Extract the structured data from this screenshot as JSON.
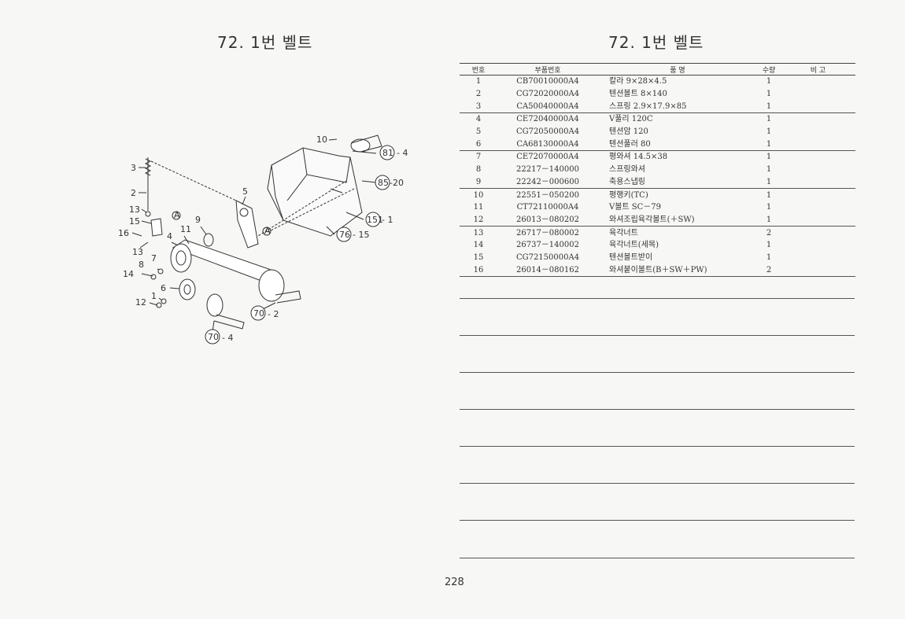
{
  "left_title": "72. 1번 벨트",
  "right_title": "72. 1번 벨트",
  "diagram_labels": {
    "n10": "10",
    "n81_4": "81",
    "suffix_81": "- 4",
    "n85_20": "85",
    "suffix_85": "-20",
    "n151_1": "151",
    "suffix_151": "- 1",
    "n76_15": "76",
    "suffix_76": "- 15",
    "n70_2": "70",
    "suffix_70_2": "- 2",
    "n70_4": "70",
    "suffix_70_4": "- 4",
    "n3": "3",
    "n2": "2",
    "n13a": "13",
    "n15": "15",
    "n16": "16",
    "n13b": "13",
    "n4": "4",
    "n11": "11",
    "n9": "9",
    "n5": "5",
    "n7": "7",
    "n8": "8",
    "n14": "14",
    "n6": "6",
    "n1": "1",
    "n12": "12",
    "ref_a": "A"
  },
  "table": {
    "headers": [
      "번호",
      "부품번호",
      "품   명",
      "수량",
      "비  고"
    ],
    "rows": [
      {
        "no": "1",
        "part": "CB70010000A4",
        "name": "칼라 9×28×4.5",
        "qty": "1"
      },
      {
        "no": "2",
        "part": "CG72020000A4",
        "name": "텐션볼트 8×140",
        "qty": "1"
      },
      {
        "no": "3",
        "part": "CA50040000A4",
        "name": "스프링 2.9×17.9×85",
        "qty": "1"
      },
      {
        "no": "4",
        "part": "CE72040000A4",
        "name": "V풀리 120C",
        "qty": "1"
      },
      {
        "no": "5",
        "part": "CG72050000A4",
        "name": "텐션암 120",
        "qty": "1"
      },
      {
        "no": "6",
        "part": "CA68130000A4",
        "name": "텐션풀러 80",
        "qty": "1"
      },
      {
        "no": "7",
        "part": "CE72070000A4",
        "name": "평와셔 14.5×38",
        "qty": "1"
      },
      {
        "no": "8",
        "part": "22217－140000",
        "name": "스프링와셔",
        "qty": "1"
      },
      {
        "no": "9",
        "part": "22242－000600",
        "name": "축용스냅링",
        "qty": "1"
      },
      {
        "no": "10",
        "part": "22551－050200",
        "name": "평행키(TC)",
        "qty": "1"
      },
      {
        "no": "11",
        "part": "CT72110000A4",
        "name": "V볼트 SC－79",
        "qty": "1"
      },
      {
        "no": "12",
        "part": "26013－080202",
        "name": "와셔조립육각볼트(＋SW)",
        "qty": "1"
      },
      {
        "no": "13",
        "part": "26717－080002",
        "name": "육각너트",
        "qty": "2"
      },
      {
        "no": "14",
        "part": "26737－140002",
        "name": "육각너트(세목)",
        "qty": "1"
      },
      {
        "no": "15",
        "part": "CG72150000A4",
        "name": "텐션볼트받이",
        "qty": "1"
      },
      {
        "no": "16",
        "part": "26014－080162",
        "name": "와셔붙이볼트(B＋SW＋PW)",
        "qty": "2"
      }
    ]
  },
  "page_number": "228"
}
